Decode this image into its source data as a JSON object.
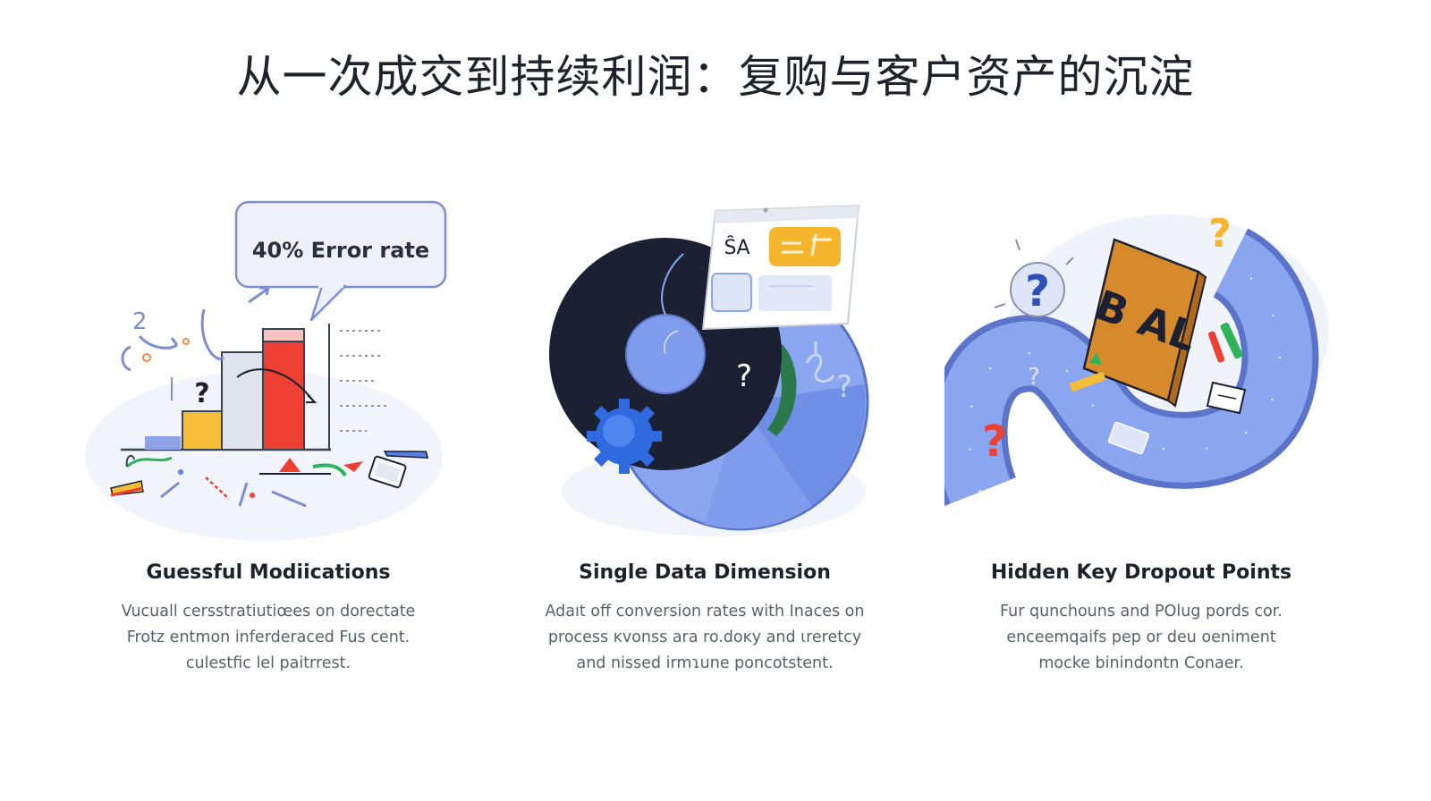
{
  "title": "从一次成交到持续利润：复购与客户资产的沉淀",
  "cards": [
    {
      "illustration_text": "40% Error rate",
      "heading": "Guessful Modiications",
      "desc": [
        "Vucuall cersstratiutiœes on dorectate",
        "Frotz entmon inferderaced Fus cent.",
        "culestfic lel paitrrest."
      ]
    },
    {
      "illustration_text": "S̑A",
      "heading": "Single Data Dimension",
      "desc": [
        "Adaıt off conversion rates with Inaces on",
        "process ĸvonss ara ro.doĸy and ɩreretcy",
        "and nissed irmɿune poncotstent."
      ]
    },
    {
      "illustration_text": "B AL",
      "heading": "Hidden Key Dropout Points",
      "desc": [
        "Fur qunchouns and POlug pords cor.",
        "enceemqaifs pep or deu oeniment",
        "mocke binindontn Conaer."
      ]
    }
  ],
  "colors": {
    "accent_blue": "#5b7fe0",
    "light_blue": "#8aa6f0",
    "navy": "#1b2133",
    "red": "#ee3f33",
    "yellow": "#f7bd35",
    "orange_book": "#d68a2c"
  }
}
